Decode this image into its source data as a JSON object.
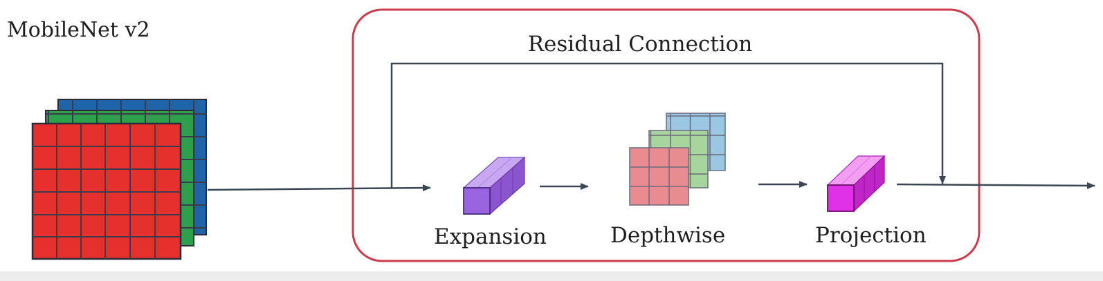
{
  "title": "MobileNet v2",
  "residual": {
    "label": "Residual Connection"
  },
  "stages": {
    "expansion": "Expansion",
    "depthwise": "Depthwise",
    "projection": "Projection"
  },
  "colors": {
    "block_border": "#cf3a4a",
    "arrow": "#3a4654",
    "input_red": "#e5302e",
    "input_green": "#2e9f4a",
    "input_blue": "#1f63a8",
    "expansion": "#9a63e0",
    "depthwise_red": "#e88c92",
    "depthwise_green": "#a8d59d",
    "depthwise_blue": "#9cc7e3",
    "projection": "#e030e8"
  }
}
